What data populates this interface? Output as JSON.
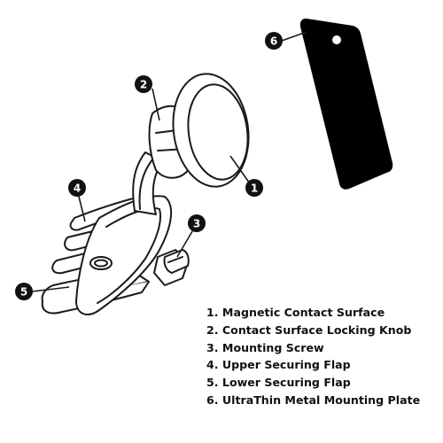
{
  "colors": {
    "outline": "#1a1a1a",
    "fill": "#ffffff",
    "plate": "#000000",
    "badge": "#111111",
    "badge_text": "#ffffff"
  },
  "callouts": [
    {
      "number": "1",
      "target": "magnetic-contact-surface"
    },
    {
      "number": "2",
      "target": "contact-surface-locking-knob"
    },
    {
      "number": "3",
      "target": "mounting-screw"
    },
    {
      "number": "4",
      "target": "upper-securing-flap"
    },
    {
      "number": "5",
      "target": "lower-securing-flap"
    },
    {
      "number": "6",
      "target": "metal-mounting-plate"
    }
  ],
  "legend": [
    "1. Magnetic Contact Surface",
    "2. Contact Surface Locking Knob",
    "3. Mounting Screw",
    "4. Upper Securing Flap",
    "5. Lower Securing Flap",
    "6. UltraThin Metal Mounting Plate"
  ]
}
